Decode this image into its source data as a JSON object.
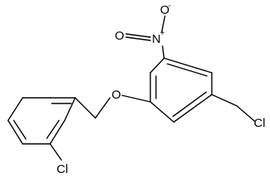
{
  "molecule": {
    "atoms": {
      "nitro_o_minus": "O",
      "nitro_o_minus_charge": "-",
      "nitro_o_double": "O",
      "nitro_n": "N",
      "nitro_n_charge": "+",
      "ether_o": "O",
      "chloromethyl_cl": "Cl",
      "aryl_cl": "Cl"
    }
  }
}
